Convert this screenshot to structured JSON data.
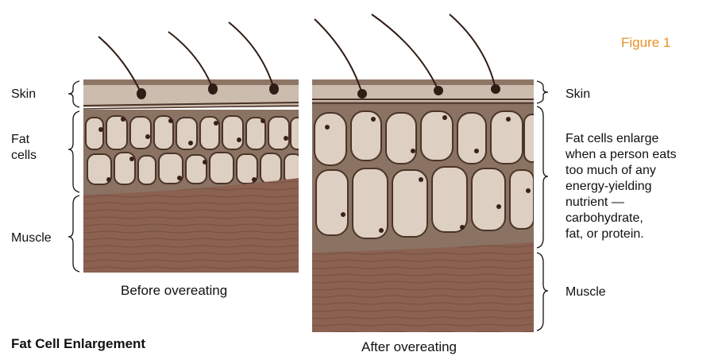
{
  "figure_label": "Figure 1",
  "title": "Fat Cell Enlargement",
  "panels": {
    "before": {
      "caption": "Before overeating"
    },
    "after": {
      "caption": "After overeating"
    }
  },
  "labels": {
    "left_skin": "Skin",
    "left_fat_line1": "Fat",
    "left_fat_line2": "cells",
    "left_muscle": "Muscle",
    "right_skin": "Skin",
    "right_muscle": "Muscle"
  },
  "description_lines": [
    "Fat cells enlarge",
    "when a person eats",
    "too much of any",
    "energy-yielding",
    "nutrient —",
    "carbohydrate,",
    "fat, or protein."
  ],
  "colors": {
    "figure_label": "#e8902a",
    "skin": "#cbbcae",
    "fat_background": "#8a7363",
    "fat_cell": "#ddcfc2",
    "muscle": "#8b6152",
    "nucleus": "#3a2018"
  }
}
